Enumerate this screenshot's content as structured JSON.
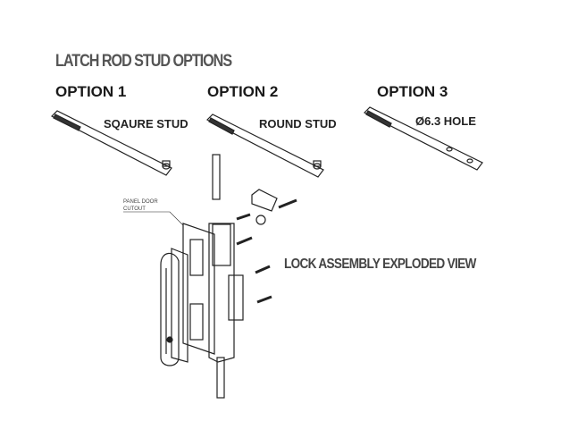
{
  "title": "LATCH ROD STUD OPTIONS",
  "options": [
    {
      "heading": "OPTION 1",
      "label": "SQAURE STUD"
    },
    {
      "heading": "OPTION 2",
      "label": "ROUND STUD"
    },
    {
      "heading": "OPTION 3",
      "label": "Ø6.3 HOLE"
    }
  ],
  "assembly_label": "LOCK ASSEMBLY EXPLODED VIEW",
  "panel_label_line1": "PANEL DOOR",
  "panel_label_line2": "CUTOUT"
}
